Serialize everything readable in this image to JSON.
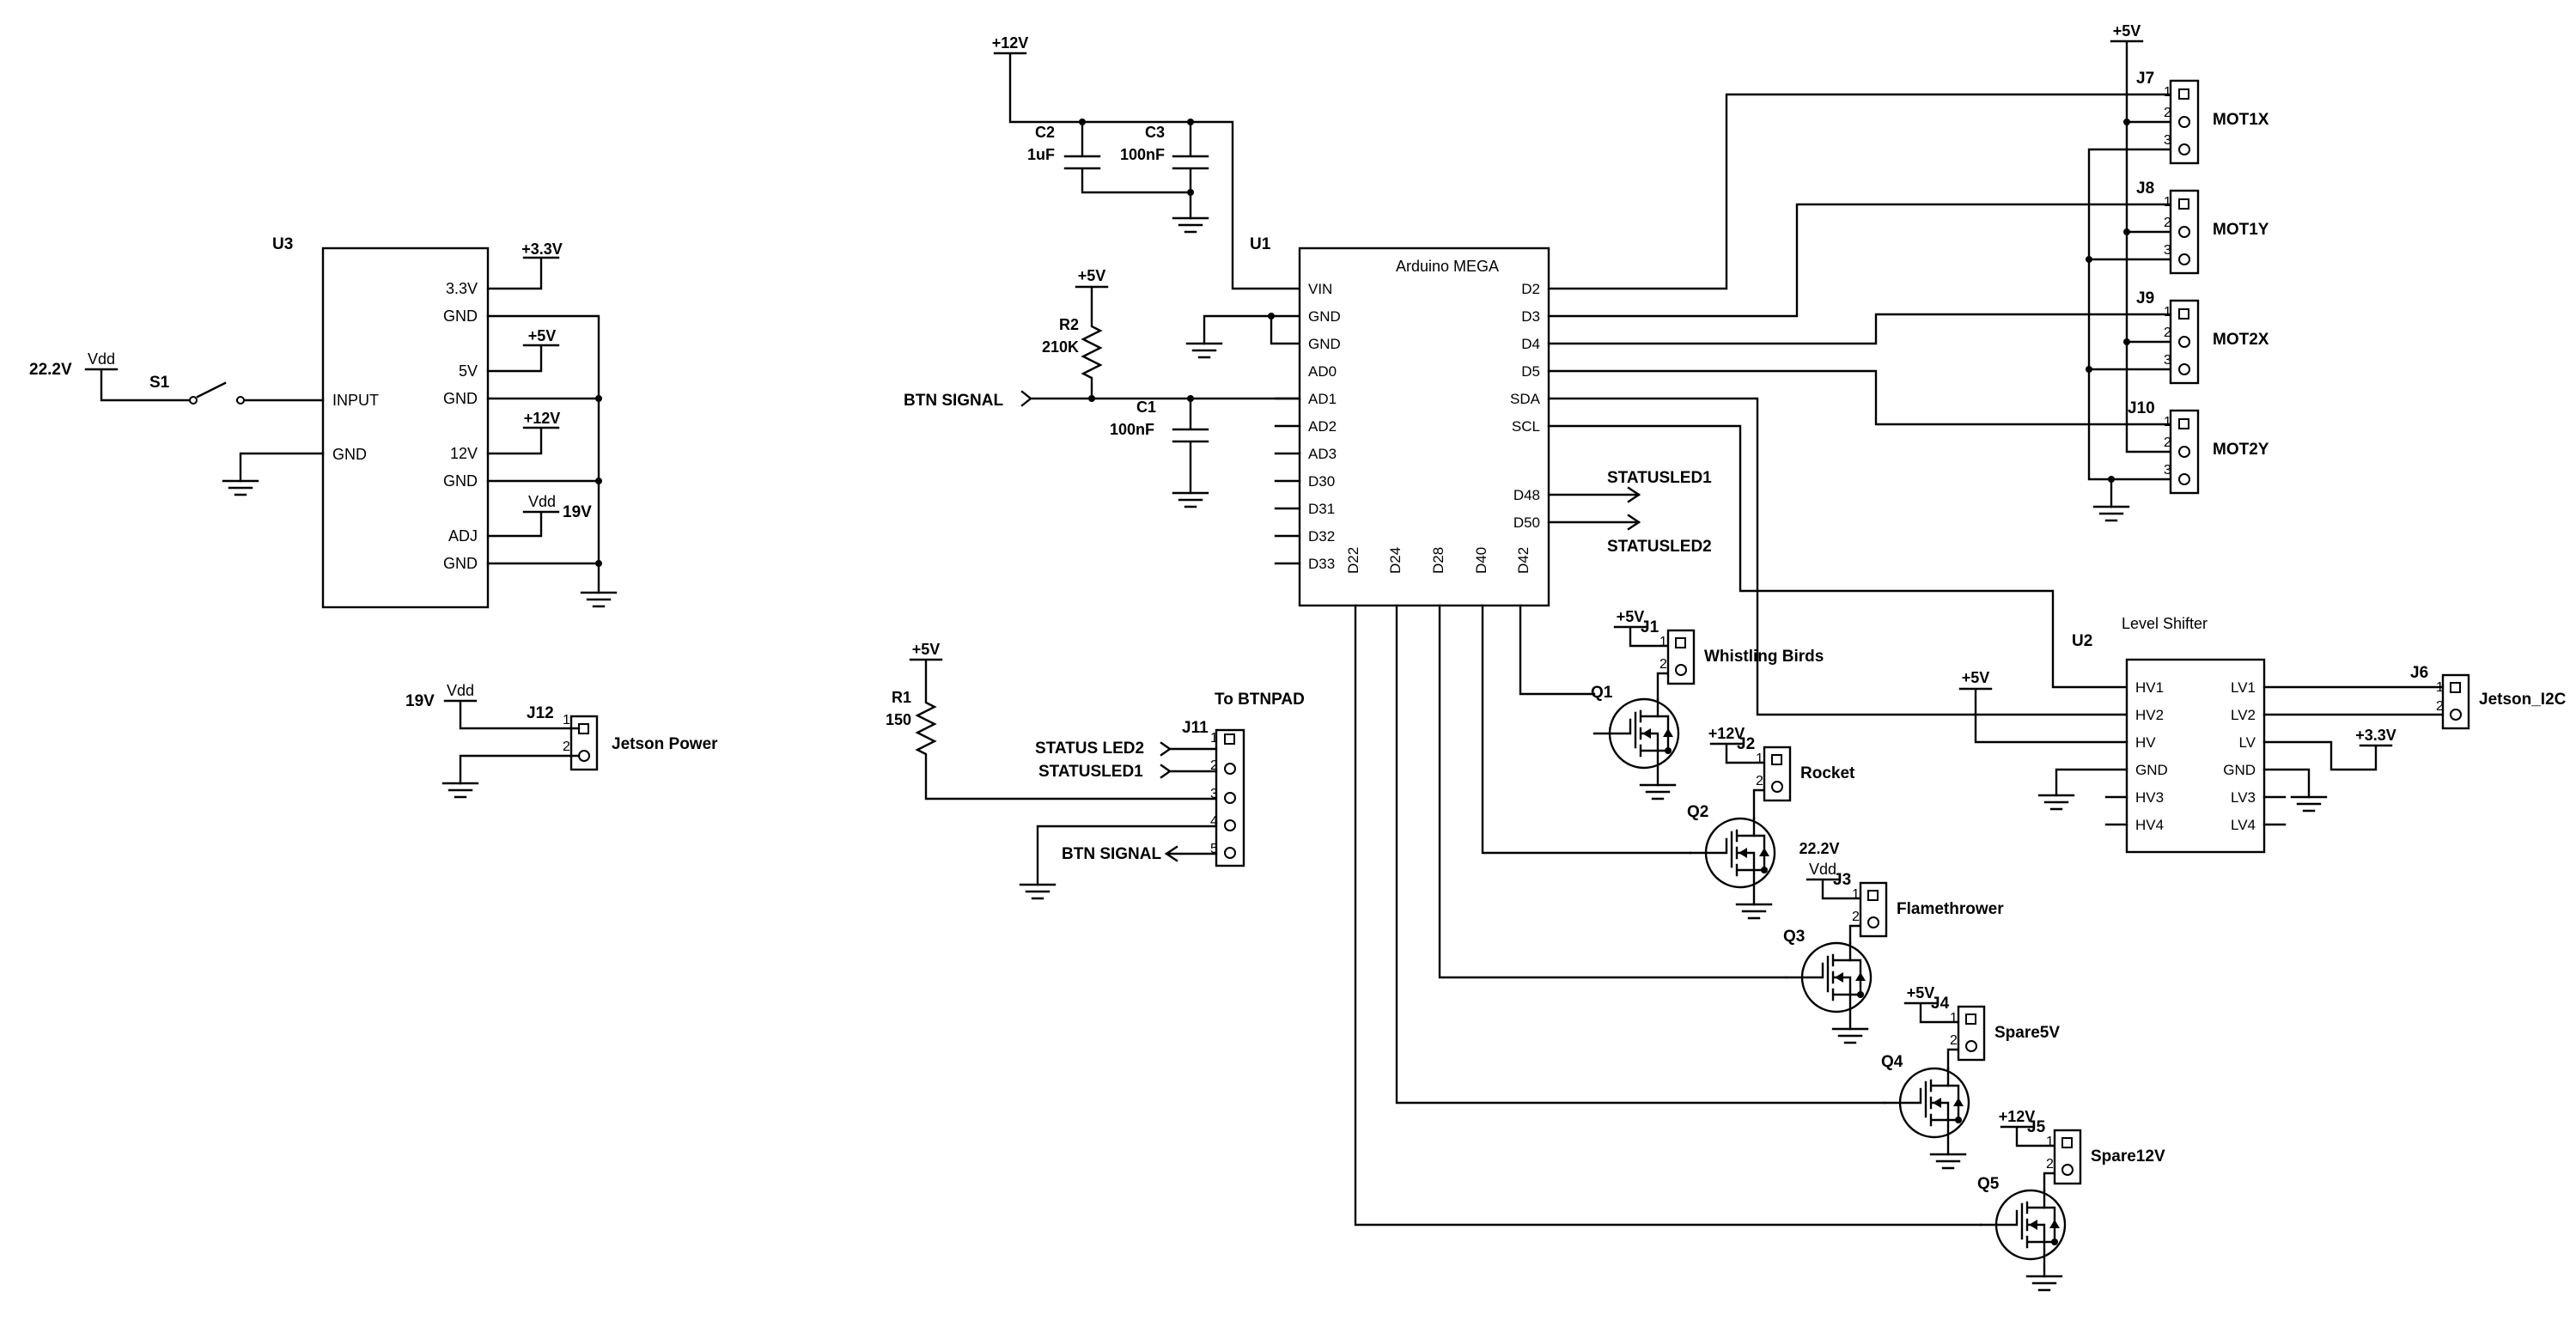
{
  "regulator": {
    "ref": "U3",
    "pins_left": [
      "INPUT",
      "GND"
    ],
    "pins_right": [
      "3.3V",
      "GND",
      "5V",
      "GND",
      "12V",
      "GND",
      "ADJ",
      "GND"
    ],
    "rails": [
      "+3.3V",
      "+5V",
      "+12V"
    ],
    "adj_vdd": "Vdd",
    "adj_value": "19V"
  },
  "battery": {
    "value": "22.2V",
    "net": "Vdd",
    "switch": "S1"
  },
  "jetson_power": {
    "value": "19V",
    "net": "Vdd",
    "ref": "J12",
    "name": "Jetson Power",
    "pins": [
      "1",
      "2"
    ]
  },
  "mcu": {
    "ref": "U1",
    "name": "Arduino MEGA",
    "left_pins": [
      "VIN",
      "GND",
      "GND",
      "AD0",
      "AD1",
      "AD2",
      "AD3",
      "D30",
      "D31",
      "D32",
      "D33"
    ],
    "right_pins": [
      "D2",
      "D3",
      "D4",
      "D5",
      "SDA",
      "SCL",
      "D48",
      "D50"
    ],
    "bottom_pins": [
      "D22",
      "D24",
      "D28",
      "D40",
      "D42"
    ]
  },
  "supply": {
    "v12": "+12V"
  },
  "caps": [
    {
      "ref": "C2",
      "value": "1uF"
    },
    {
      "ref": "C3",
      "value": "100nF"
    },
    {
      "ref": "C1",
      "value": "100nF"
    }
  ],
  "r2": {
    "ref": "R2",
    "value": "210K",
    "rail": "+5V"
  },
  "btn_signal": "BTN SIGNAL",
  "status_leds": [
    "STATUSLED1",
    "STATUSLED2"
  ],
  "r1": {
    "ref": "R1",
    "value": "150",
    "rail": "+5V"
  },
  "btnpad": {
    "title": "To BTNPAD",
    "ref": "J11",
    "pins": [
      "1",
      "2",
      "3",
      "4",
      "5"
    ],
    "labels": [
      "STATUS LED2",
      "STATUSLED1",
      "BTN SIGNAL"
    ]
  },
  "motors": [
    {
      "ref": "J7",
      "name": "MOT1X"
    },
    {
      "ref": "J8",
      "name": "MOT1Y"
    },
    {
      "ref": "J9",
      "name": "MOT2X"
    },
    {
      "ref": "J10",
      "name": "MOT2Y"
    }
  ],
  "motor_pins": [
    "1",
    "2",
    "3"
  ],
  "motor_rail": "+5V",
  "shifter": {
    "ref": "U2",
    "name": "Level Shifter",
    "left": [
      "HV1",
      "HV2",
      "HV",
      "GND",
      "HV3",
      "HV4"
    ],
    "right": [
      "LV1",
      "LV2",
      "LV",
      "GND",
      "LV3",
      "LV4"
    ],
    "hv_rail": "+5V",
    "lv_rail": "+3.3V"
  },
  "i2c": {
    "ref": "J6",
    "name": "Jetson_I2C",
    "pins": [
      "1",
      "2"
    ]
  },
  "outputs": [
    {
      "q": "Q1",
      "j": "J1",
      "rail": "+5V",
      "name": "Whistling Birds"
    },
    {
      "q": "Q2",
      "j": "J2",
      "rail": "+12V",
      "name": "Rocket"
    },
    {
      "q": "Q3",
      "j": "J3",
      "rail": "Vdd",
      "rail_value": "22.2V",
      "name": "Flamethrower"
    },
    {
      "q": "Q4",
      "j": "J4",
      "rail": "+5V",
      "name": "Spare5V"
    },
    {
      "q": "Q5",
      "j": "J5",
      "rail": "+12V",
      "name": "Spare12V"
    }
  ],
  "out_pins": [
    "1",
    "2"
  ]
}
